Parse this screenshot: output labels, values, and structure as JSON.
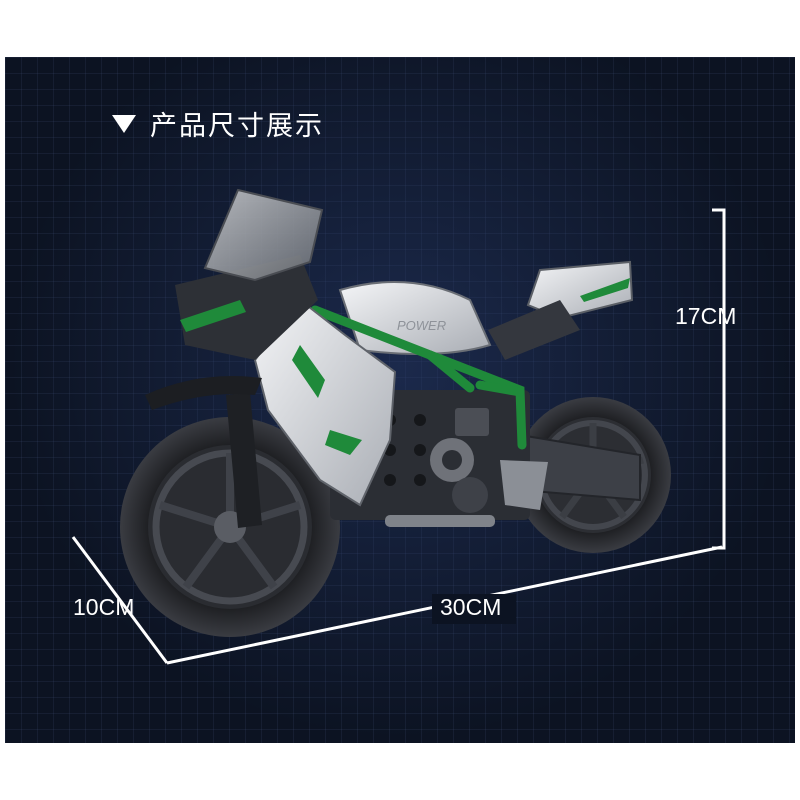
{
  "heading": {
    "icon": "triangle-down-icon",
    "text": "产品尺寸展示"
  },
  "dimensions": {
    "height": "17CM",
    "depth": "10CM",
    "length": "30CM"
  },
  "product": {
    "model_label": "POWER",
    "accent_color": "#1f8a3a",
    "body_color": "#e6e8ec",
    "frame_color": "#2a2d33"
  },
  "colors": {
    "background": "#0c1322",
    "grid": "#5a6ea0",
    "text": "#ffffff"
  }
}
